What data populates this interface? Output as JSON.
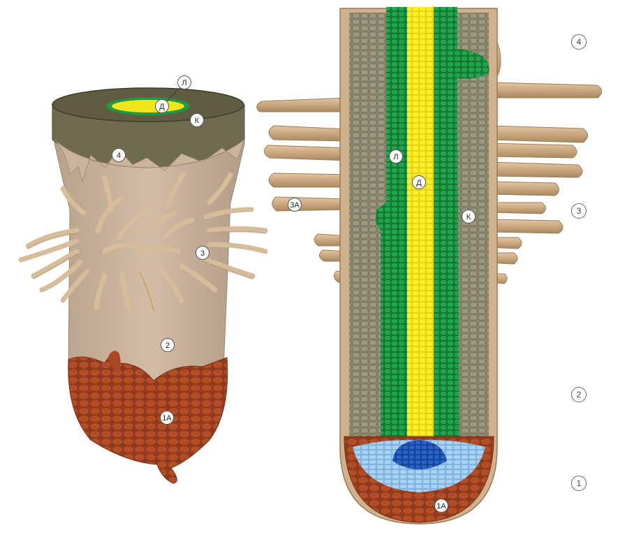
{
  "labels_left": {
    "l": "Л",
    "d": "Д",
    "k": "К",
    "n4": "4",
    "n3": "3",
    "n2": "2",
    "n1a": "1А"
  },
  "labels_right": {
    "l": "Л",
    "d": "Д",
    "k": "К",
    "n3a": "3А",
    "n1a": "1А"
  },
  "zones": {
    "z4": "4",
    "z3": "3",
    "z2": "2",
    "z1": "1"
  },
  "colors": {
    "root_hair": "#cdb08c",
    "root_skin": "#c8b09a",
    "cortex": "#8f8d72",
    "phloem": "#1e9a44",
    "xylem": "#f2e51a",
    "cap": "#a94724",
    "meristem": "#1f57b8",
    "cap_light": "#8fbfe8"
  }
}
